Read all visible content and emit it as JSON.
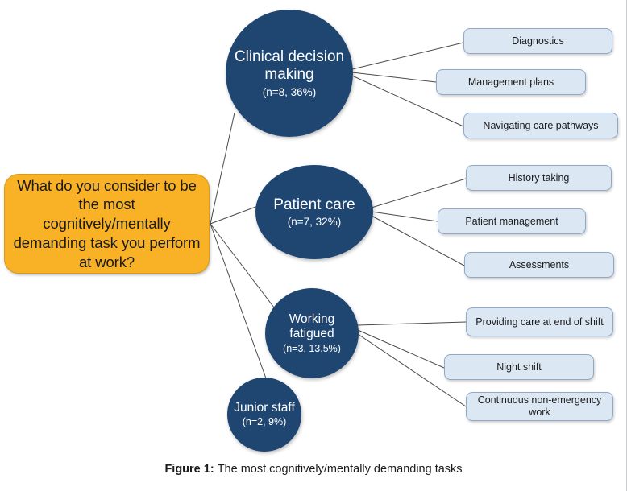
{
  "figure": {
    "caption_label": "Figure 1",
    "caption_separator": ": ",
    "caption_text": "The most cognitively/mentally demanding tasks"
  },
  "colors": {
    "question_fill": "#F9B125",
    "question_border": "#D99A16",
    "circle_fill": "#1F4571",
    "circle_text": "#FFFFFF",
    "sub_box_fill": "#DCE7F4",
    "sub_box_border": "#8FA9C6",
    "connector_line": "#4A4A4A",
    "page_background": "#FFFFFF"
  },
  "question": {
    "text": "What do you consider to be the most cognitively/mentally demanding task you perform at work?"
  },
  "branches": [
    {
      "label": "Clinical decision making",
      "count": "(n=8, 36%)",
      "n": 8,
      "percent": 36,
      "subthemes": [
        {
          "label": "Diagnostics"
        },
        {
          "label": "Management plans"
        },
        {
          "label": "Navigating care pathways"
        }
      ]
    },
    {
      "label": "Patient care",
      "count": "(n=7, 32%)",
      "n": 7,
      "percent": 32,
      "subthemes": [
        {
          "label": "History taking"
        },
        {
          "label": "Patient management"
        },
        {
          "label": "Assessments"
        }
      ]
    },
    {
      "label": "Working fatigued",
      "count": "(n=3, 13.5%)",
      "n": 3,
      "percent": 13.5,
      "subthemes": [
        {
          "label": "Providing care at end of shift"
        },
        {
          "label": "Night shift"
        },
        {
          "label": "Continuous non-emergency work"
        }
      ]
    },
    {
      "label": "Junior staff",
      "count": "(n=2, 9%)",
      "n": 2,
      "percent": 9,
      "subthemes": []
    }
  ]
}
